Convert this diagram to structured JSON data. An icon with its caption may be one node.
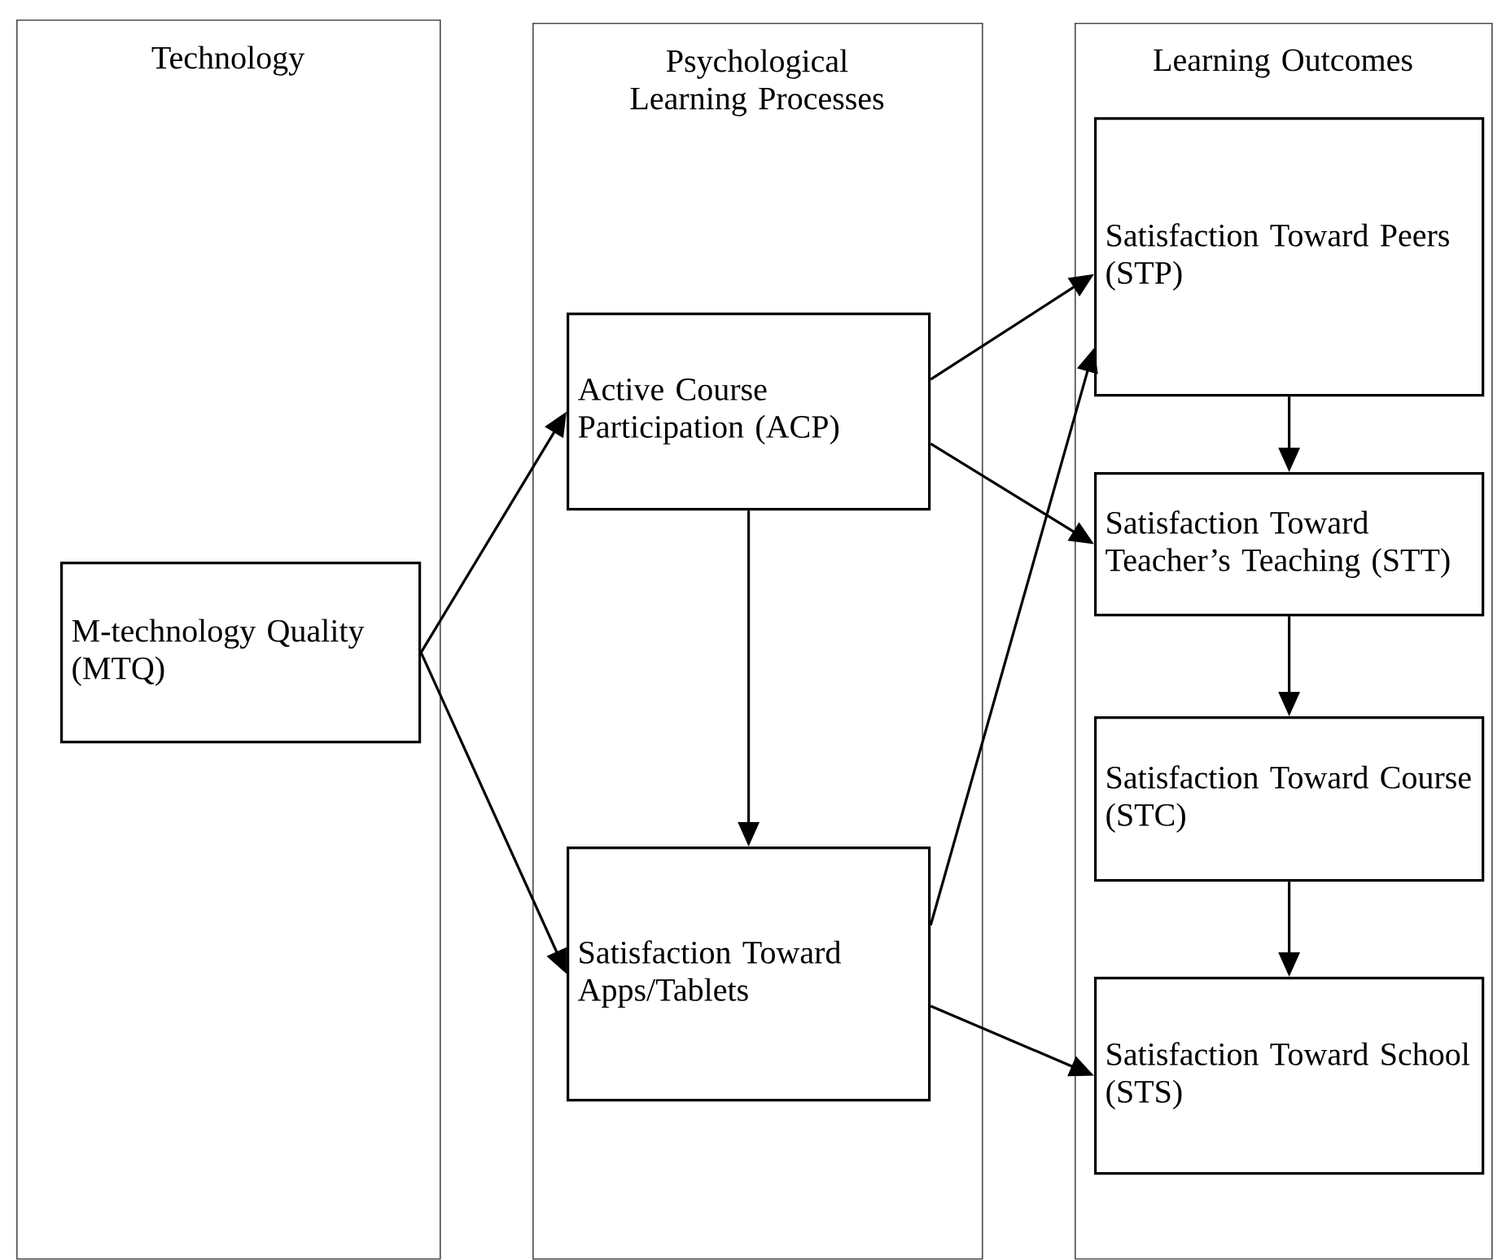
{
  "diagram": {
    "nodes": [
      {
        "text": [
          "Technology"
        ]
      },
      {
        "text": [
          "Psychological Learning Processes"
        ]
      },
      {
        "text": [
          "Learning Outcomes"
        ]
      },
      {
        "text": [
          "M-technology Quality (MTQ)"
        ],
        "in": 0
      },
      {
        "text": [
          "Active Course Participation (ACP)"
        ],
        "in": 1
      },
      {
        "text": [
          "Satisfaction Toward Apps/Tablets"
        ],
        "in": 1
      },
      {
        "text": [
          "Satisfaction Toward Peers (STP)"
        ],
        "in": 2
      },
      {
        "text": [
          "Satisfaction Toward Teacher’s Teaching (STT)"
        ],
        "in": 2
      },
      {
        "text": [
          "Satisfaction Toward Course (STC)"
        ],
        "in": 2
      },
      {
        "text": [
          "Satisfaction Toward School (STS)"
        ],
        "in": 2
      }
    ],
    "edges": [
      {
        "from": 3,
        "to": 4,
        "arrow": "to"
      },
      {
        "from": 3,
        "to": 5,
        "arrow": "to"
      },
      {
        "from": 4,
        "to": 6,
        "arrow": "to"
      },
      {
        "from": 4,
        "to": 7,
        "arrow": "to"
      },
      {
        "from": 4,
        "to": 5,
        "arrow": "to"
      },
      {
        "from": 5,
        "to": 6,
        "arrow": "to"
      },
      {
        "from": 5,
        "to": 9,
        "arrow": "to"
      },
      {
        "from": 6,
        "to": 7,
        "arrow": "to"
      },
      {
        "from": 7,
        "to": 8,
        "arrow": "to"
      },
      {
        "from": 8,
        "to": 9,
        "arrow": "to"
      }
    ]
  }
}
